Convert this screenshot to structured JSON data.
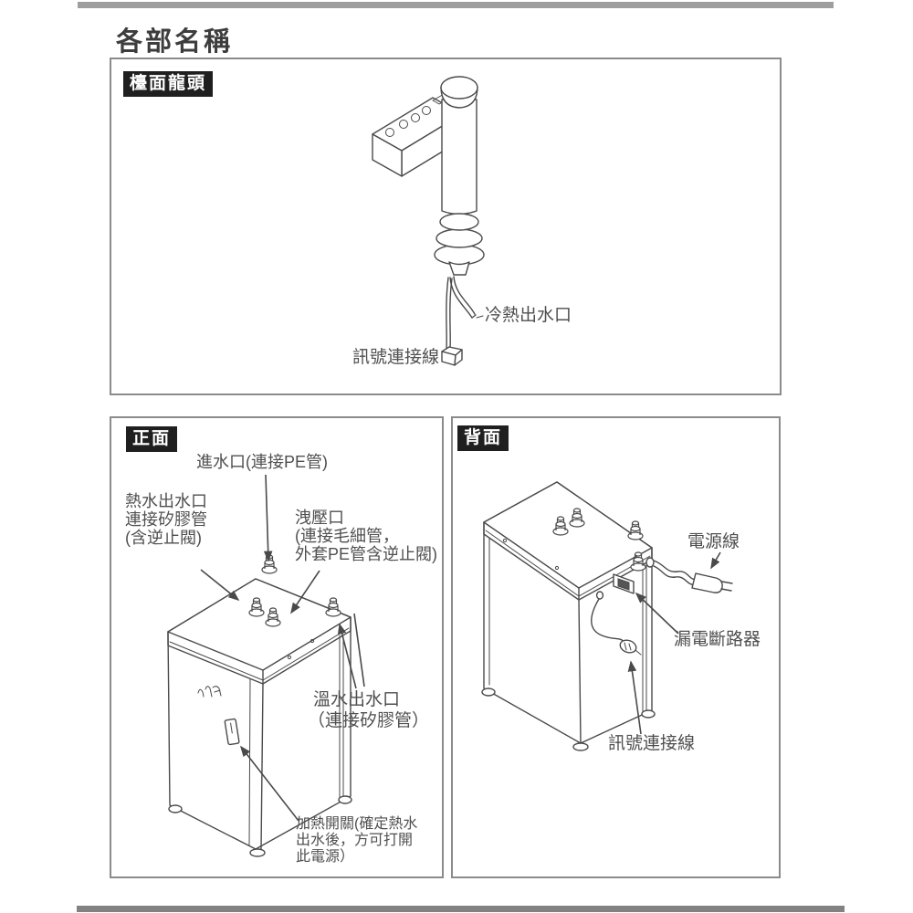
{
  "page": {
    "title": "各部名稱"
  },
  "faucet_section": {
    "badge": "檯面龍頭",
    "labels": {
      "outlet": "冷熱出水口",
      "signal": "訊號連接線"
    }
  },
  "front_section": {
    "badge": "正面",
    "labels": {
      "inlet": "進水口(連接PE管)",
      "hot_line1": "熱水出水口",
      "hot_line2": "連接矽膠管",
      "hot_line3": "(含逆止閥)",
      "relief_line1": "洩壓口",
      "relief_line2": "(連接毛細管，",
      "relief_line3": "外套PE管含逆止閥)",
      "warm_line1": "溫水出水口",
      "warm_line2": "（連接矽膠管）",
      "heat_line1": "加熱開關(確定熱水",
      "heat_line2": "出水後，方可打開",
      "heat_line3": "此電源）"
    }
  },
  "back_section": {
    "badge": "背面",
    "labels": {
      "power": "電源線",
      "breaker": "漏電斷路器",
      "signal": "訊號連接線"
    }
  },
  "colors": {
    "badge_bg": "#1f1f1f",
    "badge_text": "#ffffff",
    "line": "#4a4a4a",
    "panel_border": "#8b8b8b",
    "divider_bar": "#9e9e9e"
  }
}
